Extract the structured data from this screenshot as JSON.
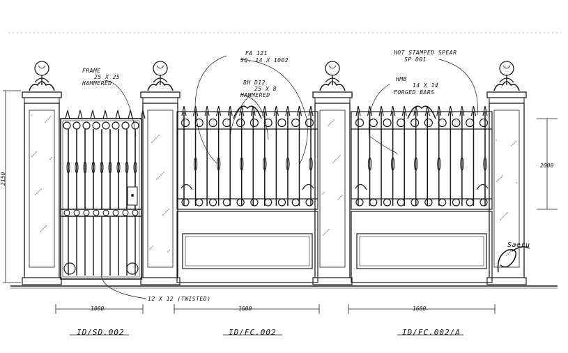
{
  "callouts": {
    "frame_1": "FRAME",
    "frame_2": "25 X 25",
    "frame_3": "HAMMERED",
    "fa_1": "FA 121",
    "fa_2": "SQ. 14 X 1002",
    "bh_1": "BH D12",
    "bh_2": "25 X 8",
    "bh_3": "HAMMERED",
    "spear_1": "HOT STAMPED SPEAR",
    "spear_2": "SP 001",
    "bars_1": "HMB",
    "bars_2": "14 X 14",
    "bars_3": "FORGED BARS",
    "twisted": "12 X 12 (TWISTED)"
  },
  "dimensions": {
    "left_height": "2150",
    "right_height": "2000",
    "gate_width": "1000",
    "fence_width": "1600",
    "fence2_width": "1600"
  },
  "drawing_codes": {
    "gate": "ID/SD.002",
    "fence": "ID/FC.002",
    "fence_alt": "ID/FC.002/A"
  },
  "signature": "Saeru",
  "colors": {
    "ink": "#1a1a1a",
    "paper": "#ffffff"
  }
}
